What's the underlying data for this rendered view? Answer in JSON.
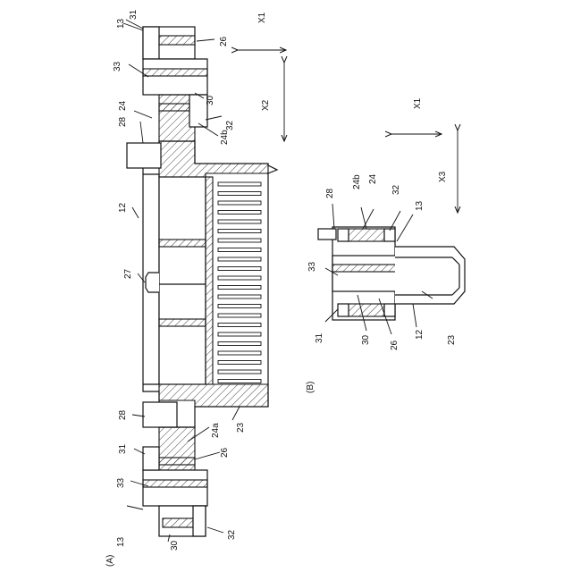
{
  "figure_a": {
    "caption": "(A)",
    "labels": {
      "l13": "13",
      "l31": "31",
      "l26": "26",
      "l33": "33",
      "l30": "30",
      "l24": "24",
      "l28": "28",
      "l32": "32",
      "l24b": "24b",
      "l12": "12",
      "l27": "27",
      "l28b": "28",
      "l24a": "24a",
      "l23": "23",
      "l31b": "31",
      "l26b": "26",
      "l33b": "33",
      "l13b": "13",
      "l30b": "30",
      "l32b": "32"
    },
    "axes": {
      "x1": "X1",
      "x2": "X2"
    }
  },
  "figure_b": {
    "caption": "(B)",
    "labels": {
      "l24b": "24b",
      "l24": "24",
      "l28": "28",
      "l32": "32",
      "l13": "13",
      "l33": "33",
      "l31": "31",
      "l30": "30",
      "l26": "26",
      "l12": "12",
      "l23": "23"
    },
    "axes": {
      "x1": "X1",
      "x3": "X3"
    }
  }
}
